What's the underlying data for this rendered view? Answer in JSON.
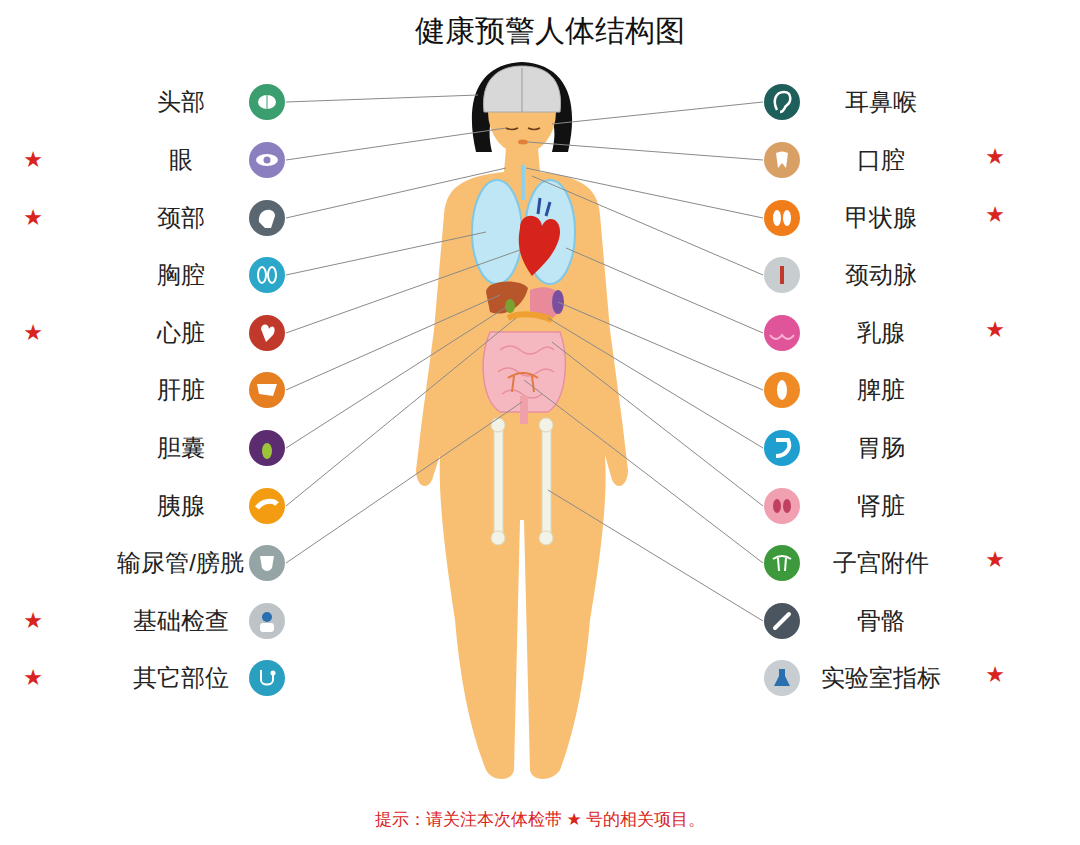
{
  "diagram": {
    "title": "健康预警人体结构图",
    "caption": "提示：请关注本次体检带 ★ 号的相关项目。",
    "labels": [
      "头部",
      "眼",
      "颈部",
      "胸腔",
      "心脏",
      "肝脏",
      "胆囊",
      "胰腺",
      "输尿管/膀胱",
      "基础检查",
      "其它部位",
      "耳鼻喉",
      "口腔",
      "甲状腺",
      "颈动脉",
      "乳腺",
      "脾脏",
      "胃肠",
      "肾脏",
      "子宫附件",
      "骨骼",
      "实验室指标",
      "★",
      "★",
      "★",
      "★",
      "★",
      "★",
      "★",
      "★",
      "★",
      "★"
    ]
  }
}
